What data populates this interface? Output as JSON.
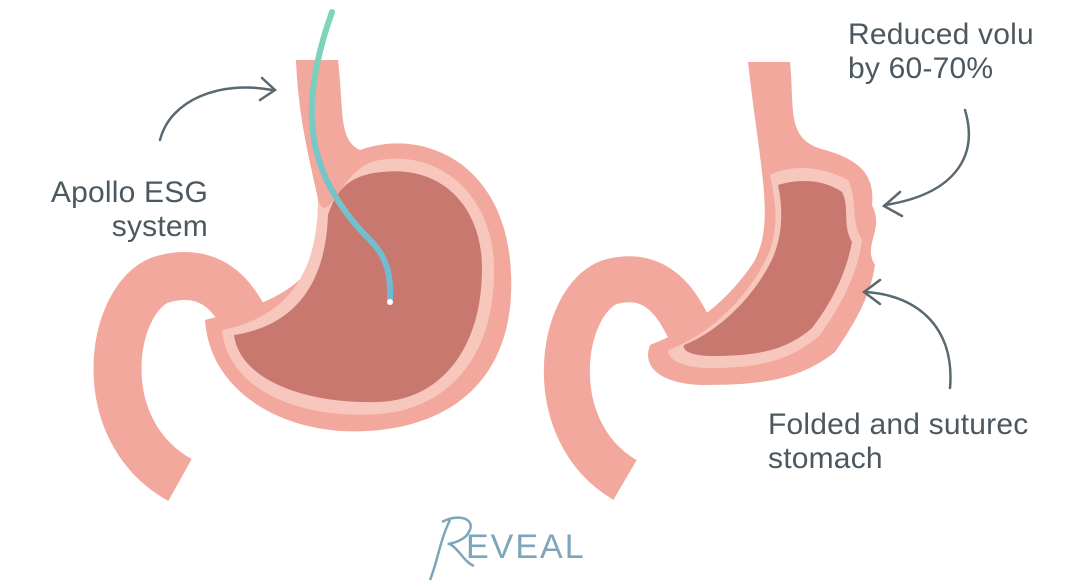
{
  "labels": {
    "device_line1": "Apollo ESG",
    "device_line2": "system",
    "reduced_line1": "Reduced volu",
    "reduced_line2": "by 60-70%",
    "folded_line1": "Folded and suturec",
    "folded_line2": "stomach"
  },
  "logo": {
    "initial": "R",
    "text": "EVEAL",
    "tagline": ""
  },
  "colors": {
    "wall": "#f2a89c",
    "wall_light": "#f7c6bc",
    "interior": "#c9786f",
    "scope_green": "#7fd6b6",
    "scope_blue": "#6fb8d6",
    "arrow": "#5a6870",
    "logo": "#7ea6bb"
  },
  "icons": [
    "curved-arrow-icon",
    "endoscope-icon",
    "reveal-logo-icon"
  ]
}
